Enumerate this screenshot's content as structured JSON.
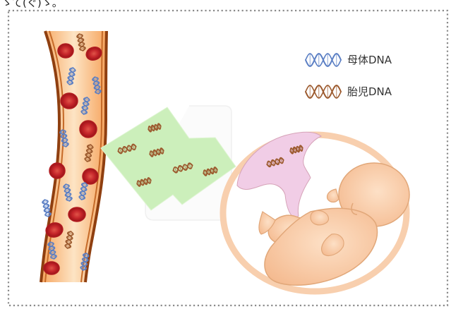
{
  "header": {
    "top_fragment": "ゝて(ぐ)ゝ。"
  },
  "legend": {
    "items": [
      {
        "label": "母体DNA",
        "color": "#5b7fc4",
        "icon": "dna-helix-icon"
      },
      {
        "label": "胎児DNA",
        "color": "#9c5a2e",
        "icon": "dna-helix-icon"
      }
    ]
  },
  "colors": {
    "border": "#8a8a8a",
    "vessel_wall": "#9a4a16",
    "vessel_fill": "#f7b874",
    "red_cell": "#c8262a",
    "maternal_dna": "#5b7fc4",
    "fetal_dna": "#9c5a2e",
    "arrow_fill": "#cdf0bd",
    "placenta_fill": "#f0cde6",
    "uterus_ring": "#f8cfae",
    "fetus_fill": "#f8c9a0",
    "fetus_outline": "#d99568"
  }
}
